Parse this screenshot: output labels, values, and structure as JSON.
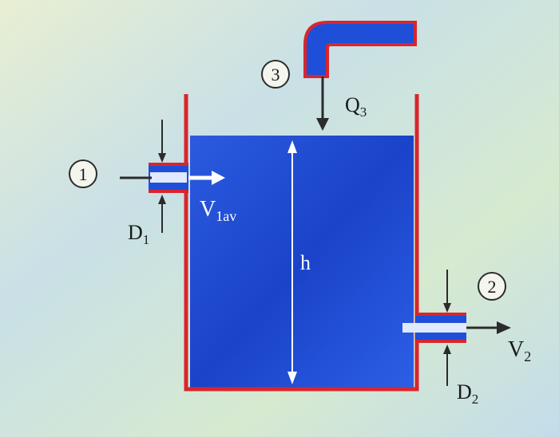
{
  "diagram": {
    "inlet": {
      "number": "1",
      "velocity_symbol": "V",
      "velocity_subscript": "1av",
      "diameter_symbol": "D",
      "diameter_subscript": "1"
    },
    "outlet": {
      "number": "2",
      "velocity_symbol": "V",
      "velocity_subscript": "2",
      "diameter_symbol": "D",
      "diameter_subscript": "2"
    },
    "supply": {
      "number": "3",
      "flow_symbol": "Q",
      "flow_subscript": "3"
    },
    "height_label": "h"
  },
  "colors": {
    "water": "#1f4fd8",
    "water_dark": "#1638a8",
    "tank_wall": "#d8262e",
    "arrow": "#2b2b2b",
    "white_arrow": "#ffffff",
    "background": "#cfe3d9"
  }
}
